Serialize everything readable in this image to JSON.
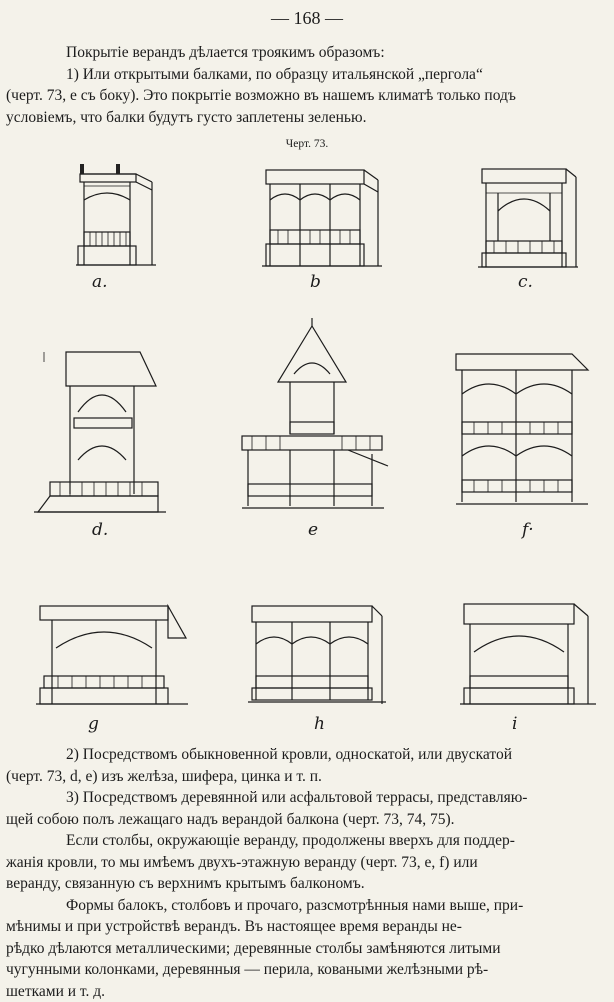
{
  "page_number": "— 168 —",
  "intro_heading": "Покрытіе верандъ дѣлается троякимъ образомъ:",
  "item1_lines": [
    "1) Или открытыми балками, по образцу итальянской „пергола“",
    "(черт. 73, e съ боку). Это покрытіе возможно въ нашемъ климатѣ только подъ",
    "условіемъ, что балки будутъ густо заплетены зеленью."
  ],
  "figure_caption": "Черт. 73.",
  "figure_labels": {
    "a": "a.",
    "b": "b",
    "c": "c.",
    "d": "d.",
    "e": "e",
    "f": "f·",
    "g": "g",
    "h": "h",
    "i": "i"
  },
  "item2_lines": [
    "2) Посредствомъ обыкновенной кровли, односкатой, или двускатой",
    "(черт. 73, d, e) изъ желѣза, шифера, цинка и т. п."
  ],
  "item3_lines": [
    "3) Посредствомъ деревянной или асфальтовой террасы, представляю-",
    "щей собою полъ лежащаго надъ верандой балкона (черт. 73, 74, 75)."
  ],
  "para4_lines": [
    "Если столбы, окружающіе веранду, продолжены вверхъ для поддер-",
    "жанія кровли, то мы имѣемъ двухъ-этажную веранду (черт. 73, e, f) или",
    "веранду, связанную съ верхнимъ крытымъ балкономъ."
  ],
  "para5_lines": [
    "Формы балокъ, столбовъ и прочаго, разсмотрѣнныя нами выше, при-",
    "мѣнимы и при устройствѣ верандъ. Въ настоящее время веранды не-",
    "рѣдко дѣлаются металлическими; деревянные столбы замѣняются литыми",
    "чугунными колонками, деревянныя — перила, коваными желѣзными рѣ-",
    "шетками и т. д."
  ]
}
